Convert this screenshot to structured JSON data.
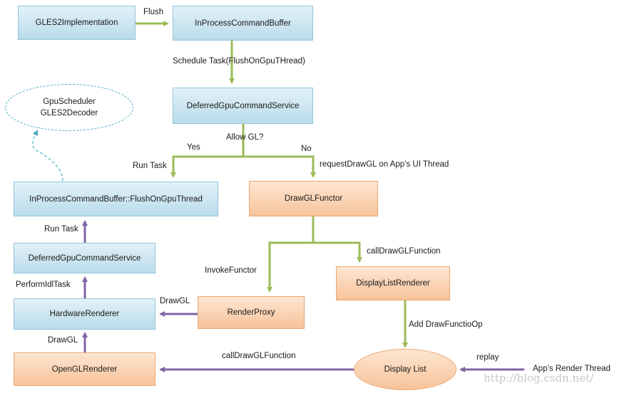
{
  "colors": {
    "green_arrow": "#9bbb59",
    "purple_arrow": "#8064a2",
    "dashed": "#4bacc6"
  },
  "nodes": {
    "gles2_impl": "GLES2Implementation",
    "ipcb_top": "InProcessCommandBuffer",
    "dgcs_top": "DeferredGpuCommandService",
    "ipcb_flush": "InProcessCommandBuffer::FlushOnGpuThread",
    "dgcs_mid": "DeferredGpuCommandService",
    "hw_renderer": "HardwareRenderer",
    "opengl_renderer": "OpenGLRenderer",
    "drawgl_functor": "DrawGLFunctor",
    "dl_renderer": "DisplayListRenderer",
    "render_proxy": "RenderProxy",
    "display_list": "Display List",
    "gpu_scheduler": "GpuScheduler",
    "gles2_decoder": "GLES2Decoder"
  },
  "labels": {
    "flush": "Flush",
    "schedule_task": "Schedule Task(FlushOnGpuTHread)",
    "allow_gl": "Allow GL?",
    "yes": "Yes",
    "no": "No",
    "run_task_1": "Run Task",
    "request_drawgl": "requestDrawGL on App’s UI Thread",
    "run_task_2": "Run Task",
    "call_drawgl_1": "callDrawGLFunction",
    "invoke_functor": "InvokeFunctor",
    "perform_idl": "PerformIdlTask",
    "drawgl_1": "DrawGL",
    "drawgl_2": "DrawGL",
    "add_drawfunctio": "Add DrawFunctioOp",
    "call_drawgl_2": "callDrawGLFunction",
    "replay": "replay",
    "render_thread": "App’s Render Thread"
  },
  "watermark": "http://blog.csdn.net/"
}
